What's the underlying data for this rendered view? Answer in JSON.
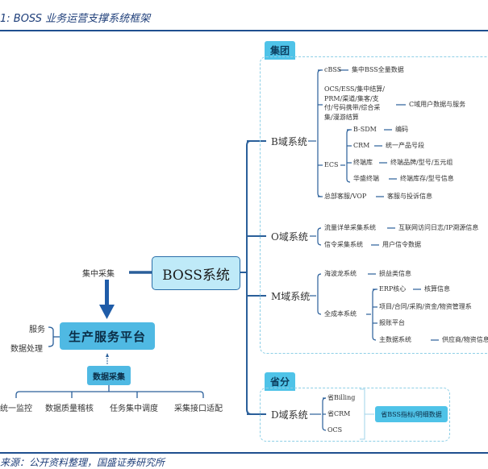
{
  "caption": "1: BOSS 业务运营支撑系统框架",
  "source": "来源：公开资料整理，国盛证券研究所",
  "groups": {
    "jituan": "集团",
    "shengfen": "省分"
  },
  "center": {
    "boss": "BOSS系统",
    "collect_label": "集中采集",
    "platform": "生产服务平台",
    "platform_left": [
      "服务",
      "数据处理"
    ],
    "data_collect": "数据采集",
    "data_collect_items": [
      "统一监控",
      "数据质量稽核",
      "任务集中调度",
      "采集接口适配"
    ]
  },
  "b_domain": {
    "label": "B域系统",
    "cbss": "cBSS",
    "cbss_desc": "集中BSS全量数据",
    "ocs_lines": [
      "OCS/ESS/集中结算/",
      "PRM/渠道/集客/支",
      "付/号码携带/综合采",
      "集/漫游结算"
    ],
    "ocs_desc": "C域用户数据与服务",
    "ecs": "ECS",
    "ecs_items": [
      {
        "name": "B-SDM",
        "desc": "编码"
      },
      {
        "name": "CRM",
        "desc": "统一产品号段"
      },
      {
        "name": "终端库",
        "desc": "终端品牌/型号/五元组"
      },
      {
        "name": "华盛终端",
        "desc": "终端库存/型号信息"
      }
    ],
    "vop": "总部客服/VOP",
    "vop_desc": "客服与投诉信息"
  },
  "o_domain": {
    "label": "O域系统",
    "items": [
      {
        "name": "流量详单采集系统",
        "desc": "互联网访问日志/IP溯源信息"
      },
      {
        "name": "信令采集系统",
        "desc": "用户信令数据"
      }
    ]
  },
  "m_domain": {
    "label": "M域系统",
    "hbl": "海波龙系统",
    "hbl_desc": "损益类信息",
    "full_cost": "全成本系统",
    "full_cost_items": [
      {
        "name": "ERP核心",
        "desc": "核算信息"
      },
      {
        "name": "项目/合同/采购/资金/物资管理系",
        "desc": ""
      },
      {
        "name": "报账平台",
        "desc": ""
      },
      {
        "name": "主数据系统",
        "desc": "供应商/物资信息"
      }
    ]
  },
  "d_domain": {
    "label": "D域系统",
    "items": [
      "省Billing",
      "省CRM",
      "OCS"
    ],
    "output": "省BSS指标/明细数据"
  }
}
